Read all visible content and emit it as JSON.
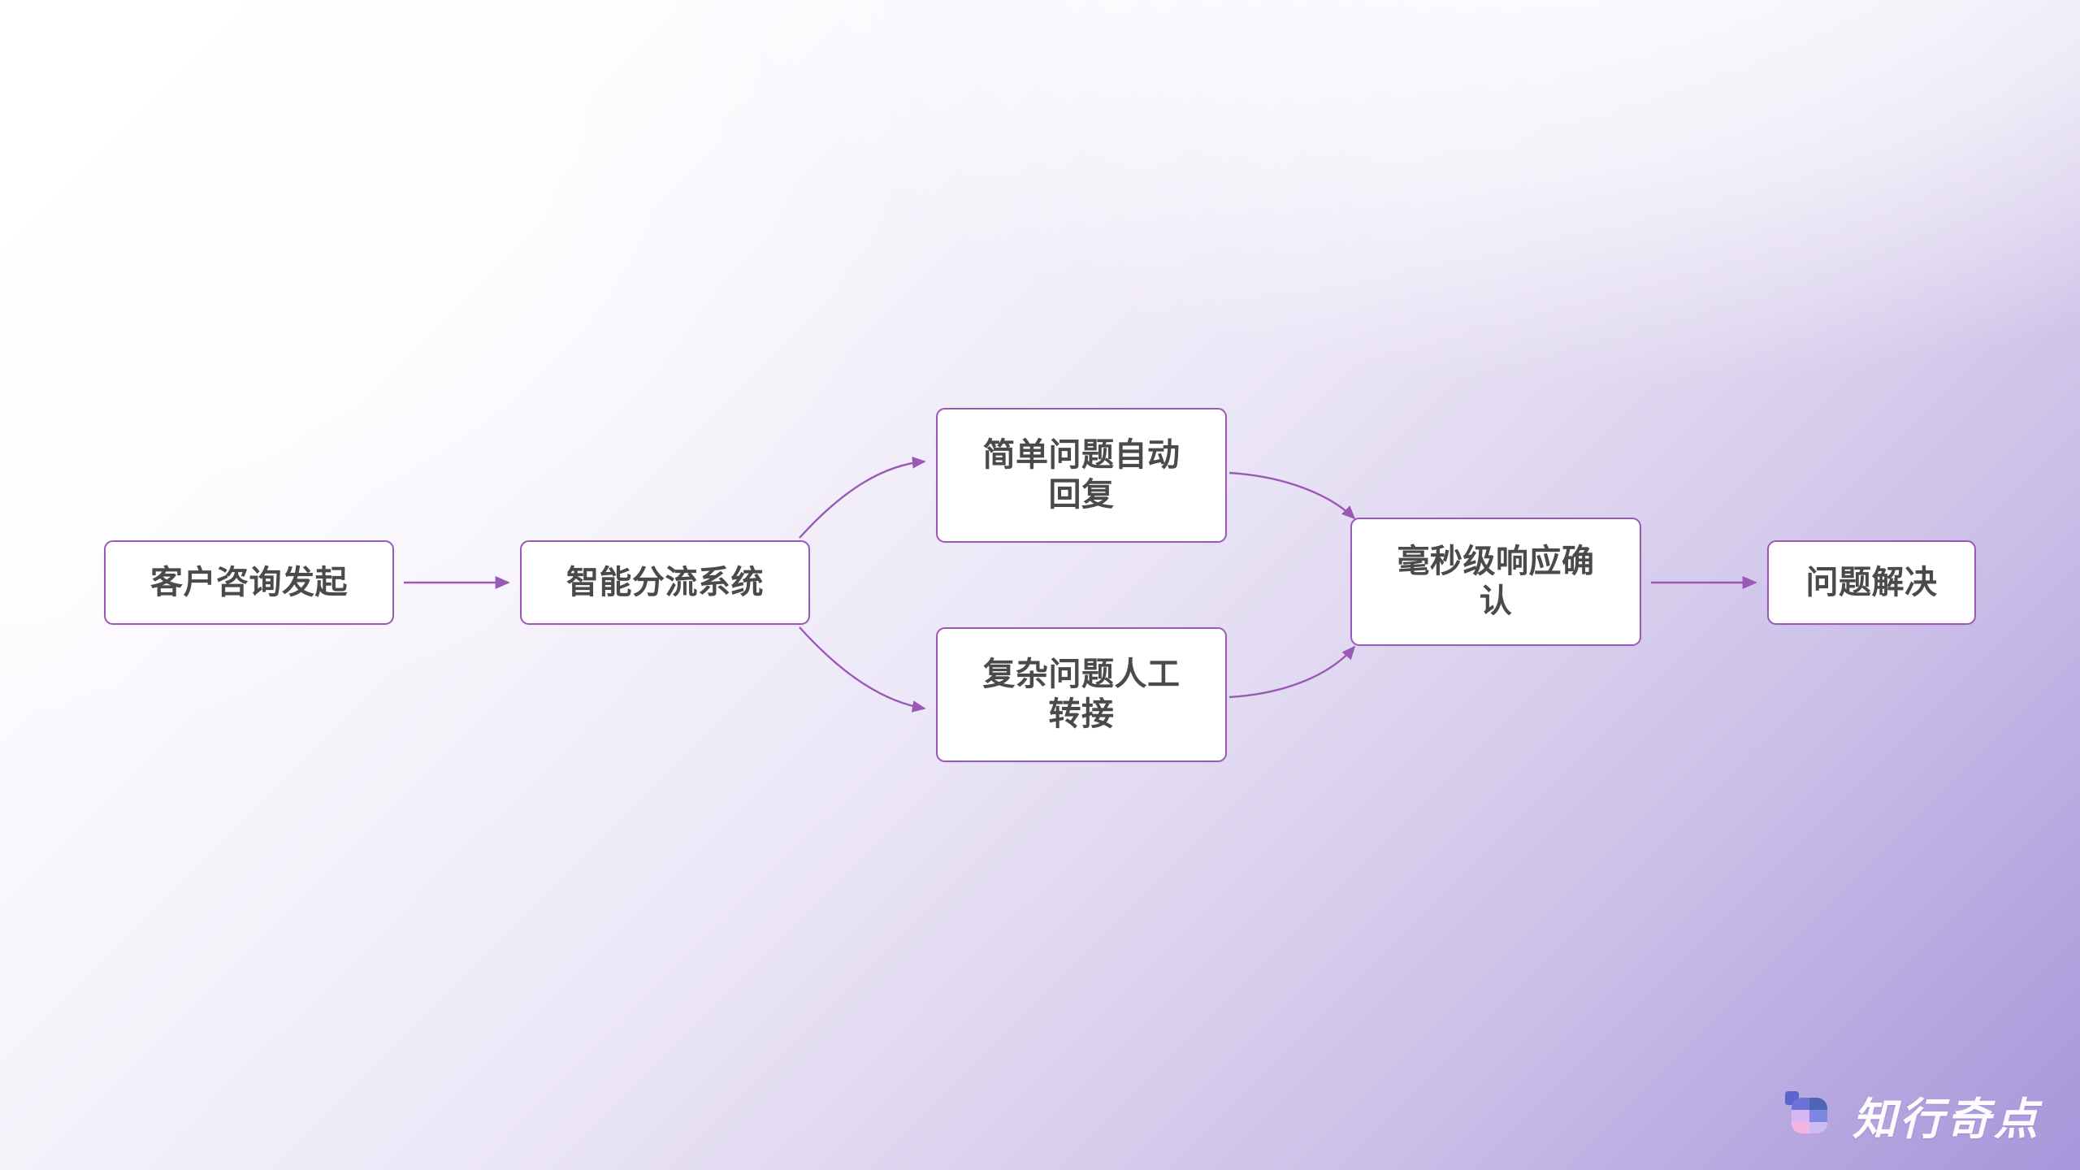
{
  "diagram": {
    "type": "flowchart",
    "orientation": "left-to-right",
    "title": "",
    "theme": {
      "node_fill": "#ffffff",
      "node_border": "#9b59b6",
      "node_text": "#4a4a4a",
      "edge_color": "#9b59b6",
      "background_start": "#ffffff",
      "background_end": "#a796da"
    },
    "nodes": [
      {
        "id": "n1",
        "label": "客户咨询发起",
        "lines": [
          "客户咨询发起"
        ]
      },
      {
        "id": "n2",
        "label": "智能分流系统",
        "lines": [
          "智能分流系统"
        ]
      },
      {
        "id": "n3",
        "label": "简单问题自动回复",
        "lines": [
          "简单问题自动",
          "回复"
        ]
      },
      {
        "id": "n4",
        "label": "复杂问题人工转接",
        "lines": [
          "复杂问题人工",
          "转接"
        ]
      },
      {
        "id": "n5",
        "label": "毫秒级响应确认",
        "lines": [
          "毫秒级响应确",
          "认"
        ]
      },
      {
        "id": "n6",
        "label": "问题解决",
        "lines": [
          "问题解决"
        ]
      }
    ],
    "edges": [
      {
        "from": "n1",
        "to": "n2",
        "style": "straight",
        "label": ""
      },
      {
        "from": "n2",
        "to": "n3",
        "style": "curved",
        "label": ""
      },
      {
        "from": "n2",
        "to": "n4",
        "style": "curved",
        "label": ""
      },
      {
        "from": "n3",
        "to": "n5",
        "style": "curved",
        "label": ""
      },
      {
        "from": "n4",
        "to": "n5",
        "style": "curved",
        "label": ""
      },
      {
        "from": "n5",
        "to": "n6",
        "style": "straight",
        "label": ""
      }
    ]
  },
  "watermark": {
    "text": "知行奇点",
    "logo_name": "zhixingqidian-logo",
    "logo_colors": [
      "#5b63cc",
      "#6b72d6",
      "#4a63b8",
      "#e6c3f5",
      "#f9b9e8",
      "#fbc0ea",
      "#c9b6f2",
      "#8f9cf0"
    ]
  }
}
